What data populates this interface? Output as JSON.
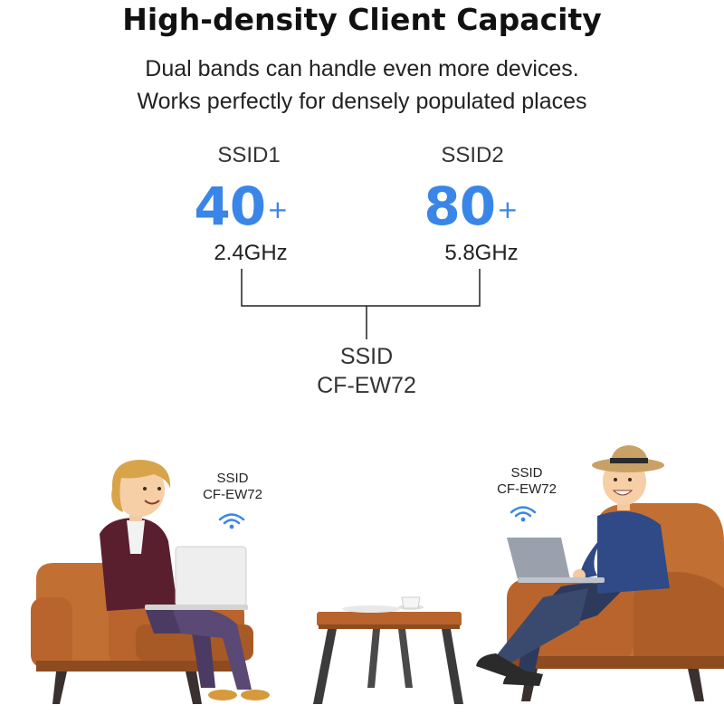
{
  "title": "High-density Client Capacity",
  "subtitle_line1": "Dual bands can handle even more devices.",
  "subtitle_line2": "Works perfectly for densely populated places",
  "bands": [
    {
      "ssid_label": "SSID1",
      "count": "40",
      "plus": "+",
      "frequency": "2.4GHz"
    },
    {
      "ssid_label": "SSID2",
      "count": "80",
      "plus": "+",
      "frequency": "5.8GHz"
    }
  ],
  "network": {
    "label": "SSID",
    "name": "CF-EW72"
  },
  "left_user": {
    "ssid_label": "SSID",
    "ssid_name": "CF-EW72",
    "icon": "wifi-icon"
  },
  "right_user": {
    "ssid_label": "SSID",
    "ssid_name": "CF-EW72",
    "icon": "wifi-icon"
  },
  "colors": {
    "accent": "#3a86e8",
    "chair": "#b8642c",
    "table_top": "#b8642c",
    "table_legs": "#3b3b3b"
  }
}
